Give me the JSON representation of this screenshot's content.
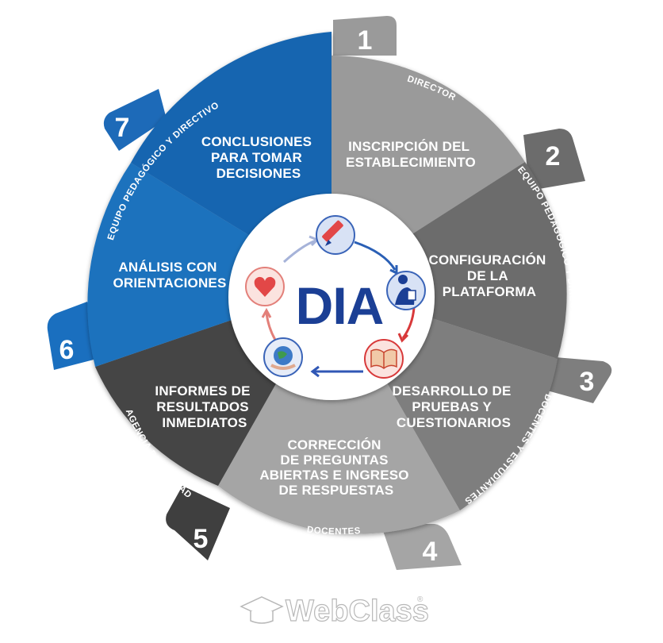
{
  "diagram": {
    "center_label": "DIA",
    "steps": [
      {
        "number": "1",
        "title_lines": [
          "INSCRIPCIÓN DEL",
          "ESTABLECIMIENTO"
        ],
        "role": "DIRECTOR",
        "color": "#9a9a9a"
      },
      {
        "number": "2",
        "title_lines": [
          "CONFIGURACIÓN",
          "DE LA",
          "PLATAFORMA"
        ],
        "role": "EQUIPO PEDAGÓGICO Y DIRECTIVO",
        "color": "#6c6c6c"
      },
      {
        "number": "3",
        "title_lines": [
          "DESARROLLO DE",
          "PRUEBAS Y",
          "CUESTIONARIOS"
        ],
        "role": "DOCENTES Y ESTUDIANTES",
        "color": "#7e7e7e"
      },
      {
        "number": "4",
        "title_lines": [
          "CORRECCIÓN",
          "DE PREGUNTAS",
          "ABIERTAS E INGRESO",
          "DE RESPUESTAS"
        ],
        "role": "DOCENTES",
        "color": "#a5a5a5"
      },
      {
        "number": "5",
        "title_lines": [
          "INFORMES DE",
          "RESULTADOS",
          "INMEDIATOS"
        ],
        "role": "AGENCIA DE CALIDAD",
        "color": "#454545"
      },
      {
        "number": "6",
        "title_lines": [
          "ANÁLISIS CON",
          "ORIENTACIONES"
        ],
        "role": "",
        "color": "#1e72bd"
      },
      {
        "number": "7",
        "title_lines": [
          "CONCLUSIONES",
          "PARA TOMAR",
          "DECISIONES"
        ],
        "role": "EQUIPO PEDAGÓGICO Y DIRECTIVO",
        "color": "#1565b0"
      }
    ],
    "cycle_icons": [
      "pencil-icon",
      "reading-person-icon",
      "open-book-icon",
      "globe-hands-icon",
      "heart-icon"
    ]
  },
  "brand": {
    "name": "WebClass",
    "mark": "®"
  },
  "colors": {
    "blue": "#1a6fbf",
    "dark_blue": "#1b3f95",
    "red": "#e23b3b",
    "light_gray": "#a8a8a8",
    "dark_gray": "#3f3f3f"
  }
}
